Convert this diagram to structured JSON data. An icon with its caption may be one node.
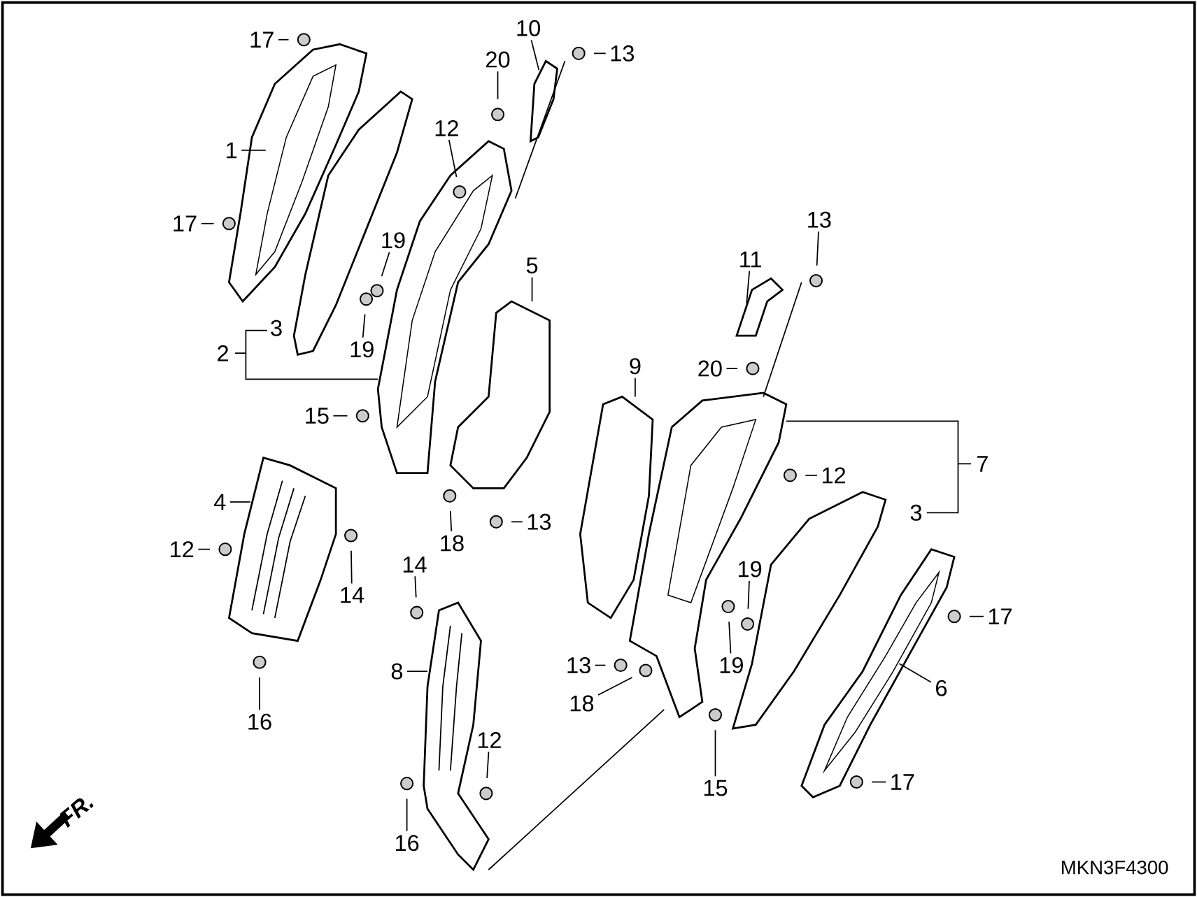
{
  "diagram": {
    "nodes": [
      {
        "text": [
          "10"
        ]
      },
      {
        "text": [
          "17"
        ]
      },
      {
        "text": [
          "13"
        ]
      },
      {
        "text": [
          "20"
        ]
      },
      {
        "text": [
          "12"
        ]
      },
      {
        "text": [
          "1"
        ]
      },
      {
        "text": [
          "13"
        ]
      },
      {
        "text": [
          "17"
        ]
      },
      {
        "text": [
          "19"
        ]
      },
      {
        "text": [
          "11"
        ]
      },
      {
        "text": [
          "5"
        ]
      },
      {
        "text": [
          "19"
        ]
      },
      {
        "text": [
          "9"
        ]
      },
      {
        "text": [
          "20"
        ]
      },
      {
        "text": [
          "15"
        ]
      },
      {
        "text": [
          "12"
        ]
      },
      {
        "text": [
          "4"
        ]
      },
      {
        "text": [
          "13"
        ]
      },
      {
        "text": [
          "18"
        ]
      },
      {
        "text": [
          "12"
        ]
      },
      {
        "text": [
          "14"
        ]
      },
      {
        "text": [
          "19"
        ]
      },
      {
        "text": [
          "14"
        ]
      },
      {
        "text": [
          "17"
        ]
      },
      {
        "text": [
          "13"
        ]
      },
      {
        "text": [
          "19"
        ]
      },
      {
        "text": [
          "8"
        ]
      },
      {
        "text": [
          "6"
        ]
      },
      {
        "text": [
          "18"
        ]
      },
      {
        "text": [
          "16"
        ]
      },
      {
        "text": [
          "12"
        ]
      },
      {
        "text": [
          "17"
        ]
      },
      {
        "text": [
          "15"
        ]
      },
      {
        "text": [
          "16"
        ]
      }
    ],
    "edges": [
      {
        "from": 0,
        "to": null,
        "arrow": "none"
      },
      {
        "from": 1,
        "to": null,
        "arrow": "none"
      },
      {
        "from": 2,
        "to": null,
        "arrow": "none"
      },
      {
        "from": 3,
        "to": null,
        "arrow": "none"
      },
      {
        "from": 4,
        "to": null,
        "arrow": "none"
      },
      {
        "from": 5,
        "to": null,
        "arrow": "none"
      },
      {
        "from": 6,
        "to": null,
        "arrow": "none"
      },
      {
        "from": 7,
        "to": null,
        "arrow": "none"
      },
      {
        "from": 8,
        "to": null,
        "arrow": "none"
      },
      {
        "from": 9,
        "to": null,
        "arrow": "none"
      },
      {
        "from": 10,
        "to": null,
        "arrow": "none"
      },
      {
        "from": 11,
        "to": null,
        "arrow": "none"
      },
      {
        "from": 12,
        "to": null,
        "arrow": "none"
      },
      {
        "from": 13,
        "to": null,
        "arrow": "none"
      },
      {
        "from": 14,
        "to": null,
        "arrow": "none"
      },
      {
        "from": 15,
        "to": null,
        "arrow": "none"
      },
      {
        "from": 16,
        "to": null,
        "arrow": "none"
      },
      {
        "from": 17,
        "to": null,
        "arrow": "none"
      },
      {
        "from": 18,
        "to": null,
        "arrow": "none"
      },
      {
        "from": 19,
        "to": null,
        "arrow": "none"
      },
      {
        "from": 20,
        "to": null,
        "arrow": "none"
      },
      {
        "from": 21,
        "to": null,
        "arrow": "none"
      },
      {
        "from": 22,
        "to": null,
        "arrow": "none"
      },
      {
        "from": 23,
        "to": null,
        "arrow": "none"
      },
      {
        "from": 24,
        "to": null,
        "arrow": "none"
      },
      {
        "from": 25,
        "to": null,
        "arrow": "none"
      },
      {
        "from": 26,
        "to": null,
        "arrow": "none"
      },
      {
        "from": 27,
        "to": null,
        "arrow": "none"
      },
      {
        "from": 28,
        "to": null,
        "arrow": "none"
      },
      {
        "from": 29,
        "to": null,
        "arrow": "none"
      },
      {
        "from": 30,
        "to": null,
        "arrow": "none"
      },
      {
        "from": 31,
        "to": null,
        "arrow": "none"
      },
      {
        "from": 32,
        "to": null,
        "arrow": "none"
      },
      {
        "from": 33,
        "to": null,
        "arrow": "none"
      }
    ],
    "labels": [
      "2",
      "3",
      "7",
      "3",
      "FR.",
      "MKN3F4300"
    ]
  }
}
